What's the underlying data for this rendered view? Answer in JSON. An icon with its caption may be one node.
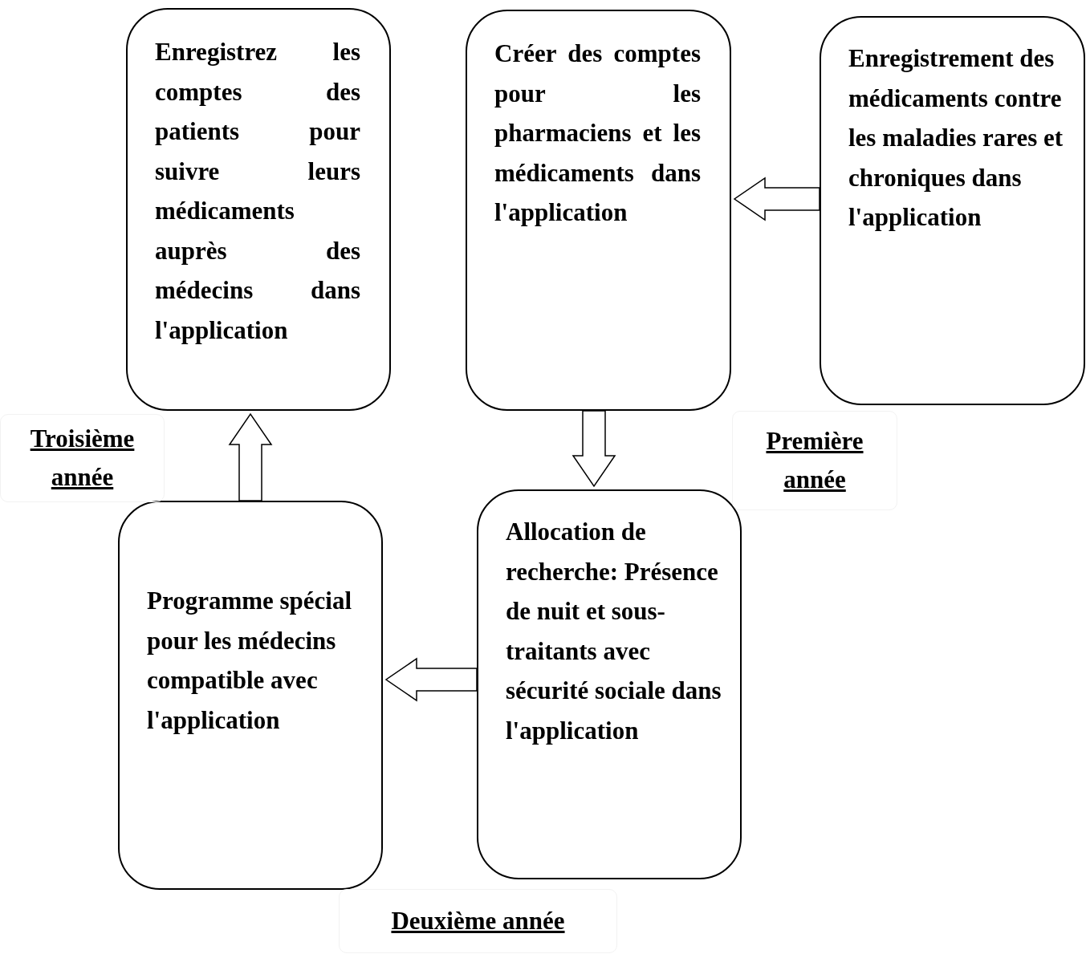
{
  "diagram": {
    "nodes": [
      {
        "text": [
          "Enregistrez les comptes des patients pour suivre leurs médicaments auprès des médecins dans l'application"
        ]
      },
      {
        "text": [
          "Créer des comptes pour les pharmaciens et les médicaments dans l'application"
        ]
      },
      {
        "text": [
          "Enregistrement des médicaments contre les maladies rares et chroniques dans l'application"
        ]
      },
      {
        "text": [
          "Allocation de recherche: Présence de nuit et sous-traitants avec sécurité sociale dans l'application"
        ]
      },
      {
        "text": [
          "Programme spécial pour les médecins compatible avec l'application"
        ]
      }
    ],
    "edges": [
      {
        "from": 2,
        "to": 1,
        "arrow": "to"
      },
      {
        "from": 1,
        "to": 3,
        "arrow": "to"
      },
      {
        "from": 3,
        "to": 4,
        "arrow": "to"
      },
      {
        "from": 4,
        "to": 0,
        "arrow": "to"
      }
    ],
    "labels": [
      "Troisième année",
      "Première année",
      "Deuxième année"
    ]
  }
}
